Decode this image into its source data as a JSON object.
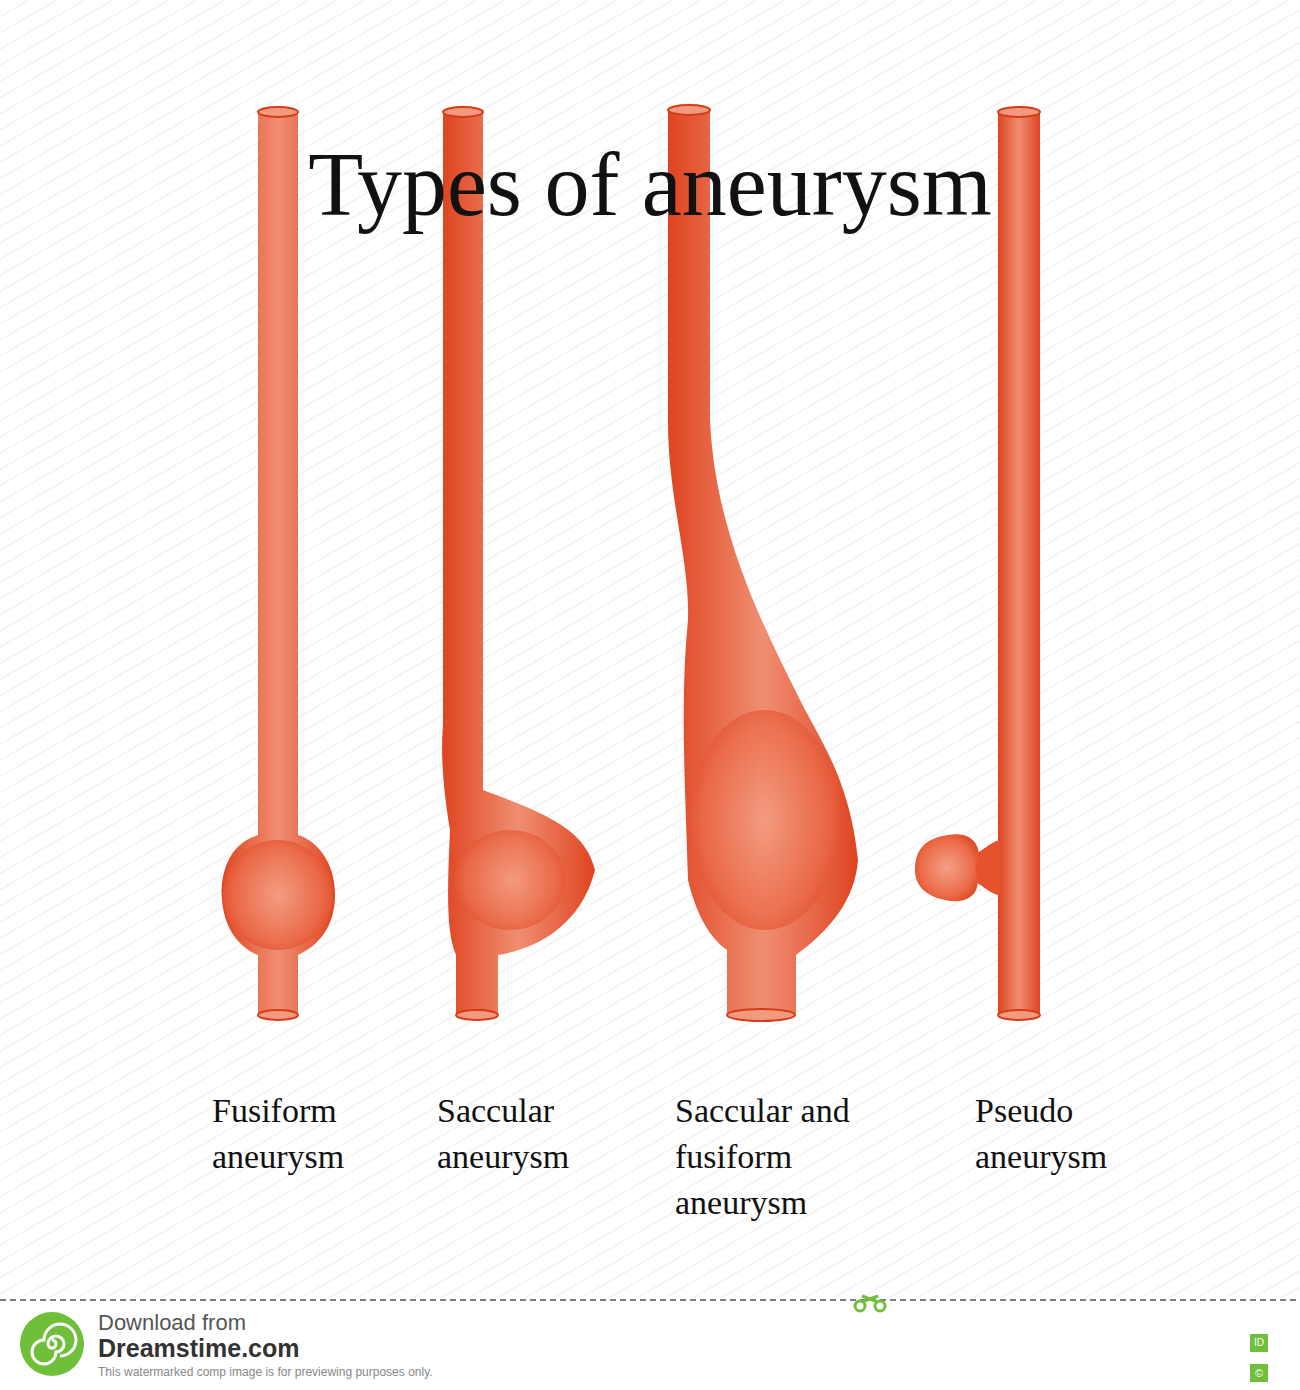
{
  "diagram": {
    "title": "Types of aneurysm",
    "labels": [
      "Fusiform aneurysm",
      "Saccular aneurysm",
      "Saccular and fusiform aneurysm",
      "Pseudo aneurysm",
      "Download from",
      "Dreamstime.com",
      "This watermarked comp image is for previewing purposes only.",
      "ID",
      "©"
    ]
  }
}
